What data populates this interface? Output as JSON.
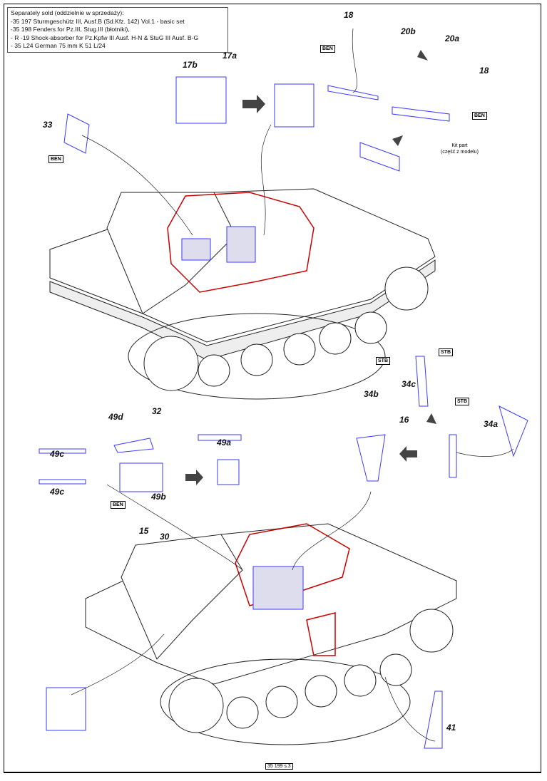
{
  "info_box": {
    "title": "Separately sold (oddzielnie w sprzedaży):",
    "lines": [
      "-35 197  Sturmgeschütz III, Ausf.B (Sd.Kfz. 142)  Vol.1 - basic set",
      "-35 198   Fenders for Pz.III, Stug.III (błotniki),",
      "- R -19   Shock-absorber for Pz.Kpfw III Ausf. H-N & StuG III Ausf. B-G",
      "- 35 L24    German 75 mm K 51 L/24"
    ]
  },
  "parts": [
    "17b",
    "17a",
    "18",
    "20b",
    "20a",
    "18",
    "33",
    "34c",
    "34b",
    "16",
    "34a",
    "32",
    "49d",
    "49a",
    "49c",
    "49c",
    "49b",
    "15",
    "30",
    "41"
  ],
  "tags": {
    "ben": "BEN",
    "stb": "STB"
  },
  "kit_part": {
    "line1": "Kit part",
    "line2": "(część z modelu)"
  },
  "page_number": "35 199 s.3",
  "colors": {
    "parts": "#3a3aff",
    "highlight": "#cc0000"
  }
}
